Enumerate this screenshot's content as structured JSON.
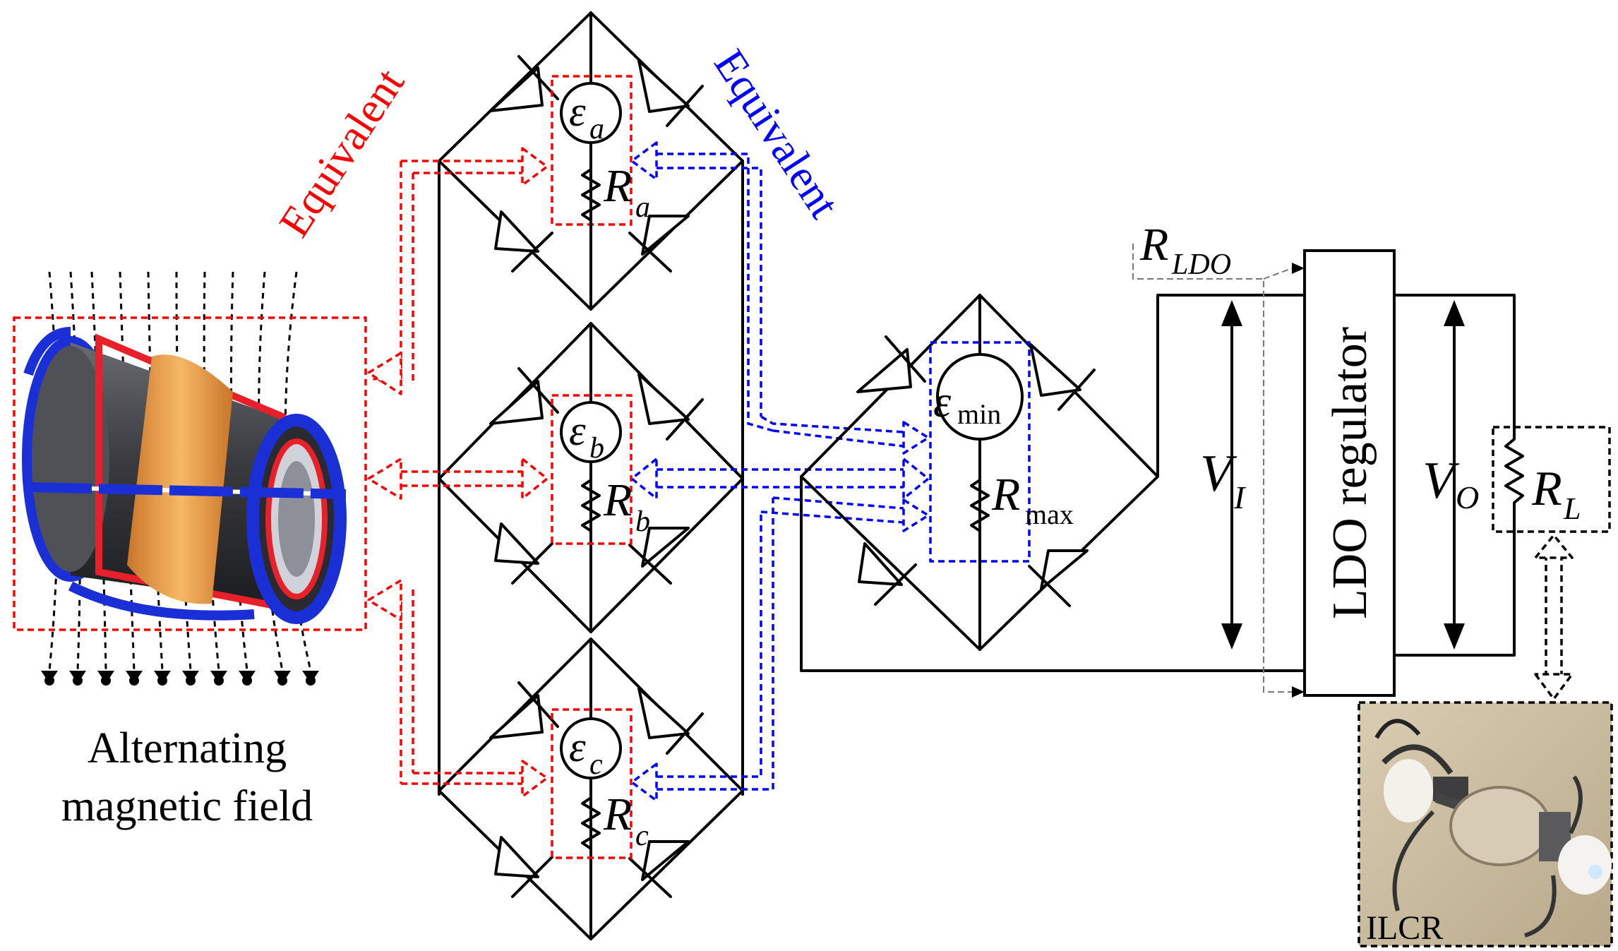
{
  "labels": {
    "equivalent_left": "Equivalent",
    "equivalent_right": "Equivalent",
    "field_caption_line1": "Alternating",
    "field_caption_line2": "magnetic field",
    "regulator": "LDO regulator",
    "robot_label": "ILCR"
  },
  "symbols": {
    "emf_a": {
      "base": "ε",
      "sub": "a"
    },
    "emf_b": {
      "base": "ε",
      "sub": "b"
    },
    "emf_c": {
      "base": "ε",
      "sub": "c"
    },
    "emf_min": {
      "base": "ε",
      "sub": "min"
    },
    "res_a": {
      "base": "R",
      "sub": "a"
    },
    "res_b": {
      "base": "R",
      "sub": "b"
    },
    "res_c": {
      "base": "R",
      "sub": "c"
    },
    "res_max": {
      "base": "R",
      "sub": "max"
    },
    "res_ldo": {
      "base": "R",
      "sub": "LDO"
    },
    "res_load": {
      "base": "R",
      "sub": "L"
    },
    "volt_in": {
      "base": "V",
      "sub": "I"
    },
    "volt_out": {
      "base": "V",
      "sub": "O"
    }
  },
  "colors": {
    "left_equivalent": "#ff0000",
    "right_equivalent": "#0000ff",
    "wire": "#000000",
    "coil_blue": "#1a2fd6",
    "coil_red": "#e8202a",
    "coil_core": "#3f4045",
    "coil_band": "#f0a348"
  }
}
